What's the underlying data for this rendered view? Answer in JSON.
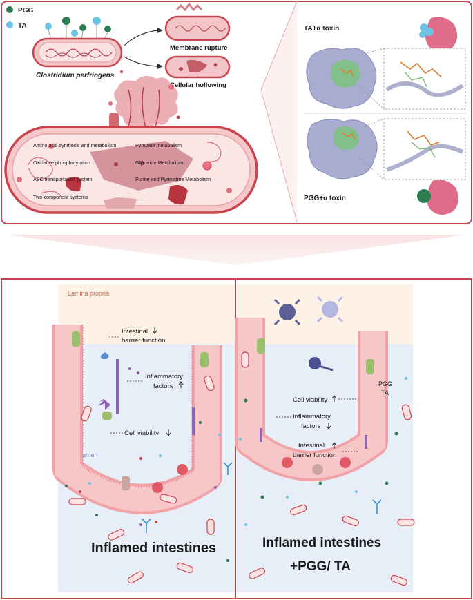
{
  "legend": {
    "pgg": "PGG",
    "ta": "TA"
  },
  "top_panel": {
    "organism": "Clostridium perfringens",
    "outcome_1": "Membrane rupture",
    "outcome_2": "Cellular hollowing",
    "pathways": [
      "Amino acid synthesis and metabolism",
      "Oxidative phosphorylation",
      "ABC transportation system",
      "Two-component systems",
      "Pyruvate metabolism",
      "Glyceride Metabolism",
      "Purine and Pyrimidine Metabolism",
      "......"
    ],
    "docking_1": "TA+α toxin",
    "docking_2": "PGG+α toxin"
  },
  "bottom_panel": {
    "lamina_propria": "Lamina propria",
    "gut_lumen": "Gut lumen",
    "left": {
      "barrier_1": "Intestinal",
      "barrier_2": "barrier function",
      "inflam_1": "Inflammatory",
      "inflam_2": "factors",
      "viability": "Cell viability",
      "title": "Inflamed intestines"
    },
    "right": {
      "viability": "Cell viability",
      "inflam_1": "Inflammatory",
      "inflam_2": "factors",
      "barrier_1": "Intestinal",
      "barrier_2": "barrier function",
      "legend_pgg": "PGG",
      "legend_ta": "TA",
      "title_1": "Inflamed intestines",
      "title_2": "+PGG/ TA"
    }
  },
  "colors": {
    "frame": "#c9444e",
    "pgg": "#2e7d4f",
    "ta": "#6cc4e6",
    "cell": "#f4b4b6",
    "toxin": "#e06b8a",
    "protein": "#a8acd0"
  }
}
